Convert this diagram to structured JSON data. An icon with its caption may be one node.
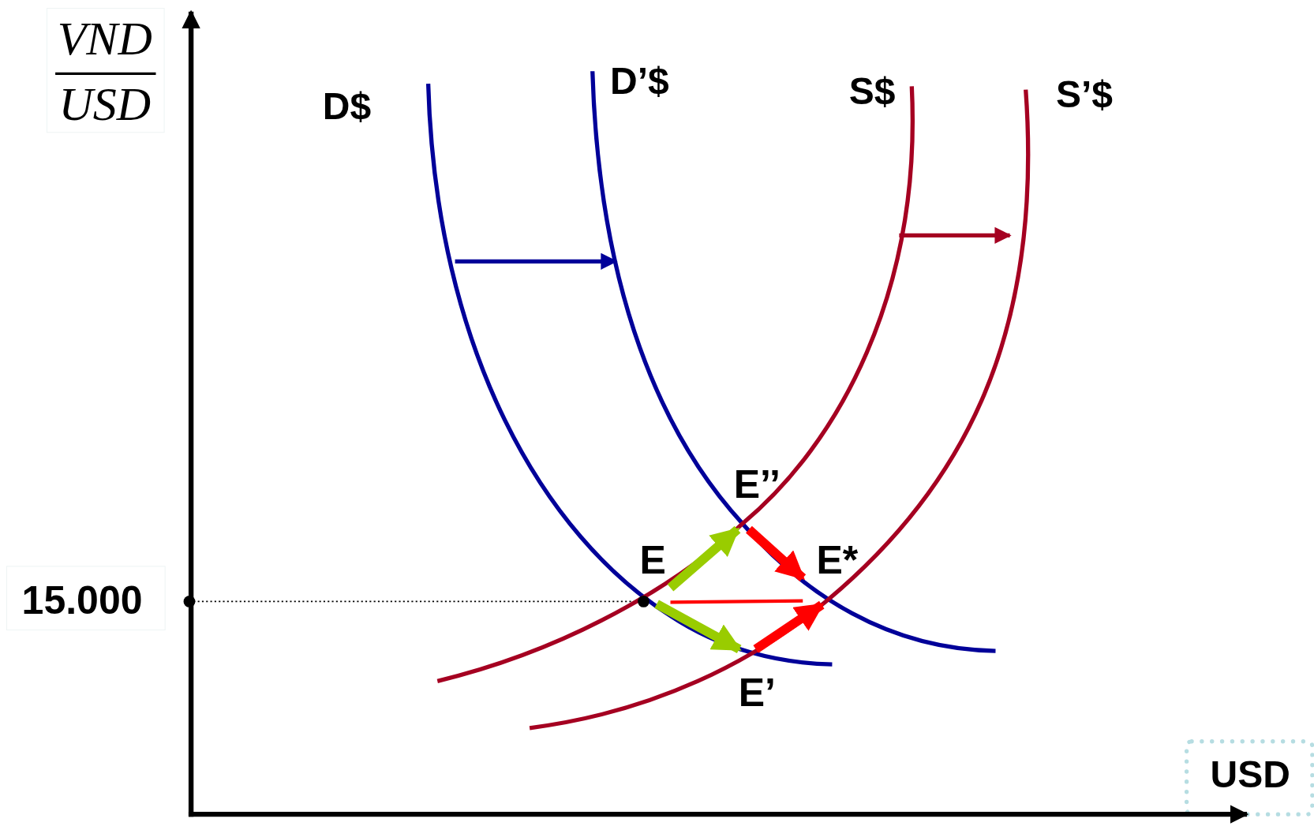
{
  "diagram": {
    "nodes": [
      {
        "text": [
          "E"
        ]
      },
      {
        "text": [
          "E’’"
        ]
      },
      {
        "text": [
          "E*"
        ]
      },
      {
        "text": [
          "E’"
        ]
      }
    ],
    "edges": [
      {
        "from": 0,
        "to": 1,
        "arrow": "to",
        "color": "#99cc00"
      },
      {
        "from": 0,
        "to": 3,
        "arrow": "to",
        "color": "#99cc00"
      },
      {
        "from": 1,
        "to": 2,
        "arrow": "to"
      },
      {
        "from": 3,
        "to": 2,
        "arrow": "to"
      },
      {
        "from": 0,
        "to": 2,
        "arrow": "none"
      }
    ],
    "labels": [
      "VND",
      "USD",
      "D$",
      "D’$",
      "S$",
      "S’$",
      "15.000",
      "USD"
    ]
  }
}
